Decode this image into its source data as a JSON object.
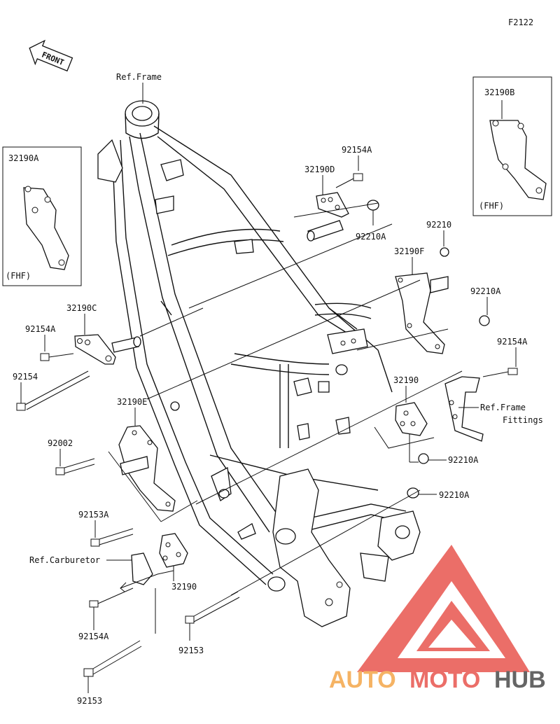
{
  "figure_code": "F2122",
  "front_label": "FRONT",
  "callouts": {
    "ref_frame": "Ref.Frame",
    "ref_frame_fittings_1": "Ref.Frame",
    "ref_frame_fittings_2": "Fittings",
    "ref_carburetor": "Ref.Carburetor",
    "fhf_a": "(FHF)",
    "fhf_b": "(FHF)"
  },
  "parts": {
    "p32190A": "32190A",
    "p32190B": "32190B",
    "p32190C": "32190C",
    "p32190D": "32190D",
    "p32190E": "32190E",
    "p32190F": "32190F",
    "p32190_right": "32190",
    "p32190_bottom": "32190",
    "p92154A_top": "92154A",
    "p92154A_left": "92154A",
    "p92154A_right": "92154A",
    "p92154A_bottom": "92154A",
    "p92154": "92154",
    "p92210A_top": "92210A",
    "p92210A_right1": "92210A",
    "p92210A_right2": "92210A",
    "p92210A_right3": "92210A",
    "p92210": "92210",
    "p92002": "92002",
    "p92153A": "92153A",
    "p92153_center": "92153",
    "p92153_bottom": "92153"
  },
  "watermark": {
    "auto": "AUTO",
    "moto": "MOTO",
    "hub": "HUB",
    "colors": {
      "red": "#e8554e",
      "orange": "#f4a64a",
      "gray": "#4b4b4b"
    }
  }
}
